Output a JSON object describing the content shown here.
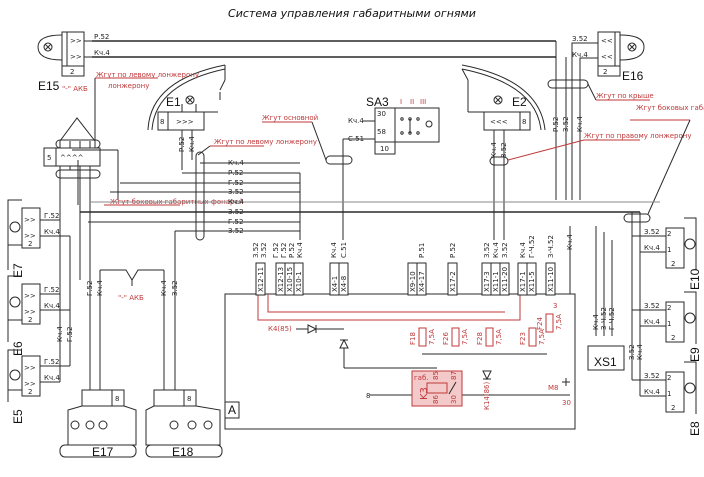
{
  "title": "Система управления габаритными огнями",
  "components": {
    "E15": "E15",
    "E16": "E16",
    "E1": "E1",
    "E2": "E2",
    "SA3": "SA3",
    "E5": "E5",
    "E6": "E6",
    "E7": "E7",
    "E8": "E8",
    "E9": "E9",
    "E10": "E10",
    "E17": "E17",
    "E18": "E18",
    "XS1": "XS1",
    "K3": "K3",
    "A": "A"
  },
  "harness_labels": {
    "left_spar": "Жгут по левому лонжерону",
    "left_spar_2": "Жгут по левому лонжерону",
    "right_spar": "Жгут по правому лонжерону",
    "main": "Жгут основной",
    "roof": "Жгут по крыше",
    "side_lamps_left": "Жгут боковых габаритных фонарей",
    "side_lamps_right": "Жгут боковых габаритных фонарей",
    "to_battery_top": "\"-\" АКБ",
    "to_battery_mid": "\"-\" АКБ"
  },
  "sa3": {
    "positions": [
      "I",
      "II",
      "III"
    ],
    "pins": [
      "30",
      "58",
      "10"
    ],
    "wires": [
      "Кч.4",
      "С.51"
    ]
  },
  "wires": {
    "top": [
      "Р.52",
      "Кч.4",
      "З.52",
      "Кч.4"
    ],
    "bus_left": [
      "Кч.4",
      "Р.52",
      "Г.52",
      "З.52",
      "Кч.4",
      "З.52",
      "Г.52",
      "З.52"
    ],
    "side_left": [
      "Г.52",
      "Кч.4",
      "Г.52",
      "Кч.4",
      "Г.52",
      "Кч.4"
    ],
    "vertical_left": [
      "Кч.4",
      "Г.52"
    ],
    "e17_e18": [
      "Г.52",
      "Кч.4",
      "Кч.4",
      "З.52"
    ],
    "e1": [
      "Р.52",
      "Кч.4"
    ],
    "e2": [
      "Кч.4",
      "З.52"
    ],
    "right_top": [
      "Р.52",
      "З.52",
      "Кч.4"
    ],
    "side_right": [
      "З.52",
      "Кч.4",
      "З.52",
      "Кч.4",
      "З.52",
      "Кч.4"
    ],
    "vertical_right": [
      "З.52",
      "Кч.4"
    ],
    "xs1": [
      "Кч.4",
      "З-Ч.52",
      "Г-Ч.52"
    ]
  },
  "connectors": {
    "group1": {
      "wires": [
        "З.52",
        "З.52"
      ],
      "pins": [
        "X12-11"
      ]
    },
    "group2": {
      "wires": [
        "Г.52",
        "Г.52",
        "Р.52",
        "Кч.4"
      ],
      "pins": [
        "X12-13",
        "X10-15",
        "X10-1"
      ]
    },
    "group3": {
      "wires": [
        "Кч.4",
        "С.51"
      ],
      "pins": [
        "X4-1",
        "X4-8"
      ]
    },
    "group4": {
      "wires": [
        "Р.51"
      ],
      "pins": [
        "X9-10",
        "X4-17"
      ]
    },
    "group5": {
      "wires": [
        "Р.52"
      ],
      "pins": [
        "X17-2"
      ]
    },
    "group6": {
      "wires": [
        "З.52",
        "Кч.4",
        "З.52"
      ],
      "pins": [
        "X17-3",
        "X11-1",
        "X11-20"
      ]
    },
    "group7": {
      "wires": [
        "Кч.4",
        "Г-Ч.52"
      ],
      "pins": [
        "X17-1",
        "X11-5"
      ]
    },
    "group8": {
      "wires": [
        "З-Ч.52"
      ],
      "pins": [
        "X11-10"
      ]
    },
    "group9": {
      "wires": [
        "Кч.4"
      ],
      "pins": []
    }
  },
  "fuses": [
    {
      "id": "F18",
      "rating": "7,5А"
    },
    {
      "id": "F26",
      "rating": "7,5А"
    },
    {
      "id": "F28",
      "rating": "7,5А"
    },
    {
      "id": "F23",
      "rating": "7,5А"
    },
    {
      "id": "F24",
      "rating": "7,5А"
    }
  ],
  "relay": {
    "id": "K3",
    "note": "габ.",
    "pins": [
      "85",
      "86",
      "87",
      "30"
    ]
  },
  "diode_labels": [
    "К4(85)",
    "К14(86)"
  ],
  "misc": {
    "m8": "М8",
    "pin30": "30",
    "pin8": "8",
    "pin3": "3"
  },
  "lamp_terminals": {
    "side_pin1": "1",
    "side_pin2": "2",
    "count": "2",
    "left_count": "2",
    "right_count": "2",
    "small": "8"
  },
  "tail": {
    "pin58": "58",
    "pin_left": "2",
    "pin_right": "8",
    "count": "8"
  }
}
